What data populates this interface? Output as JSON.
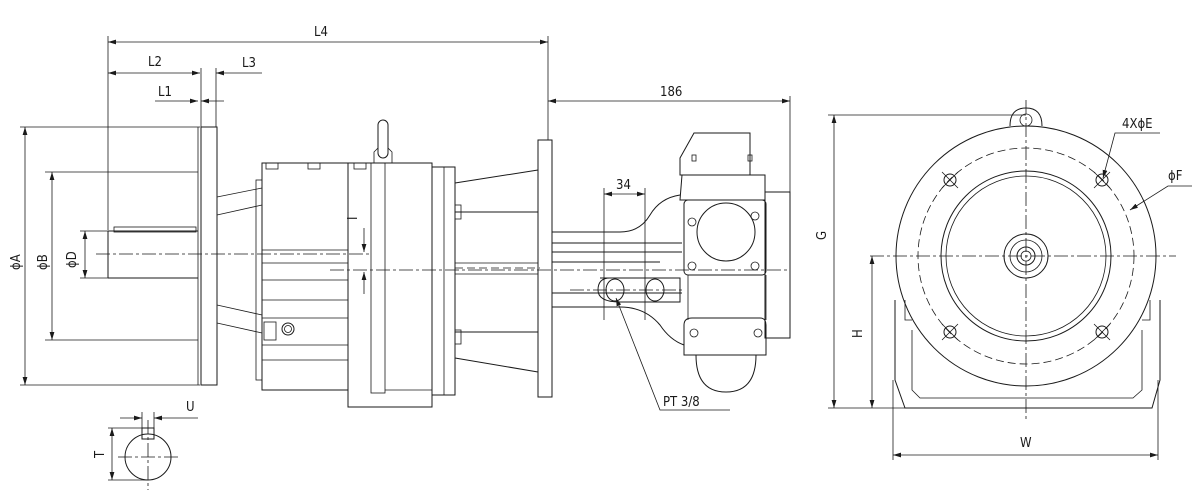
{
  "drawing": {
    "title": "Gear motor dimensional drawing",
    "dimensions": {
      "L4": "L4",
      "L2": "L2",
      "L3": "L3",
      "L1": "L1",
      "d186": "186",
      "d34": "34",
      "phiA": "ϕA",
      "phiB": "ϕB",
      "phiD": "ϕD",
      "I": "I",
      "G": "G",
      "H": "H",
      "W": "W",
      "holes": "4XϕE",
      "phiF": "ϕF",
      "port": "PT 3/8",
      "U": "U",
      "T": "T"
    }
  }
}
